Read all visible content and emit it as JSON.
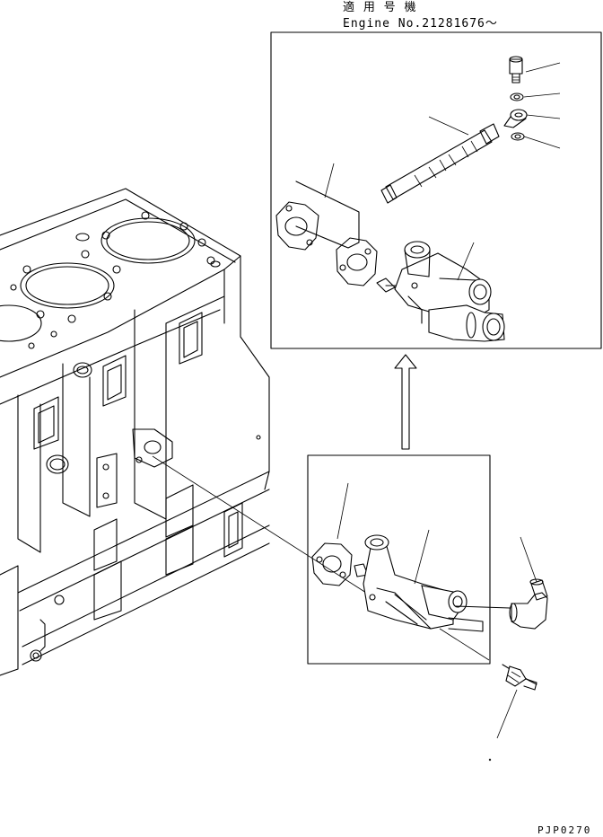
{
  "applicability": {
    "title": "適 用 号 機",
    "engine_no": "Engine No.21281676～"
  },
  "drawing_code": "PJP0270"
}
